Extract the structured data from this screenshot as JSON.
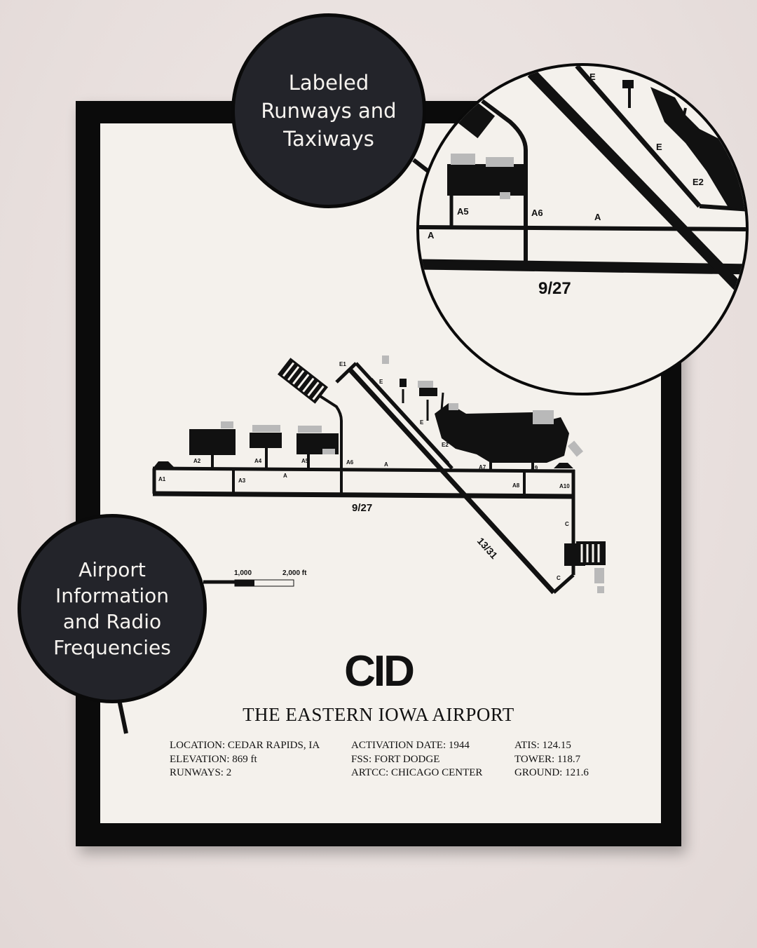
{
  "poster": {
    "code": "CID",
    "airport_name": "THE EASTERN IOWA AIRPORT",
    "info_columns": [
      [
        "LOCATION: CEDAR RAPIDS, IA",
        "ELEVATION: 869 ft",
        "RUNWAYS: 2"
      ],
      [
        "ACTIVATION DATE: 1944",
        "FSS: FORT DODGE",
        "ARTCC: CHICAGO CENTER"
      ],
      [
        "ATIS: 124.15",
        "TOWER: 118.7",
        "GROUND: 121.6"
      ]
    ],
    "scale_bar": {
      "label_1": "1,000",
      "label_2": "2,000 ft"
    }
  },
  "map_labels": {
    "runway_main": "9/27",
    "runway_diag": "13/31",
    "taxiways": [
      "E1",
      "E",
      "E",
      "E2",
      "A1",
      "A2",
      "A3",
      "A4",
      "A5",
      "A6",
      "A",
      "A",
      "A7",
      "A8",
      "A9",
      "A10",
      "C",
      "C"
    ]
  },
  "zoom_labels": {
    "runway": "9/27",
    "taxiways": [
      "E",
      "E",
      "E2",
      "A5",
      "A6",
      "A",
      "A"
    ]
  },
  "callouts": {
    "top": [
      "Labeled",
      "Runways and",
      "Taxiways"
    ],
    "left": [
      "Airport",
      "Information",
      "and Radio",
      "Frequencies"
    ]
  },
  "colors": {
    "frame": "#0b0b0b",
    "poster": "#f4f1ec",
    "bubble": "#23242a",
    "wall": "#ece4e2",
    "building_gray": "#b5b5b5"
  }
}
